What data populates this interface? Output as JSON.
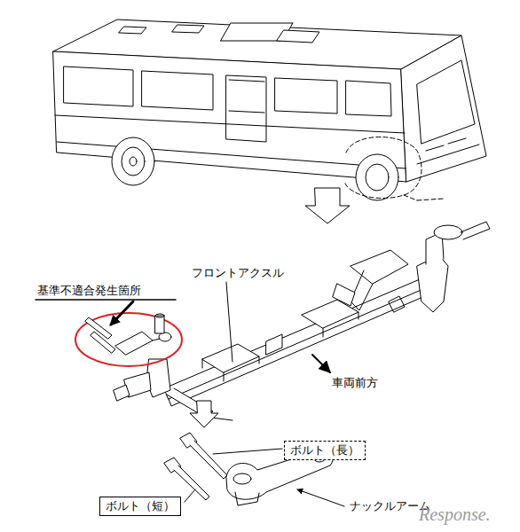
{
  "diagram": {
    "nodes": [
      {
        "text": [
          "ボルト（長）"
        ]
      },
      {
        "text": [
          "ボルト（短）"
        ]
      }
    ],
    "labels": [
      "基準不適合発生箇所",
      "フロントアクスル",
      "車両前方",
      "ナックルアーム",
      "Response."
    ]
  }
}
